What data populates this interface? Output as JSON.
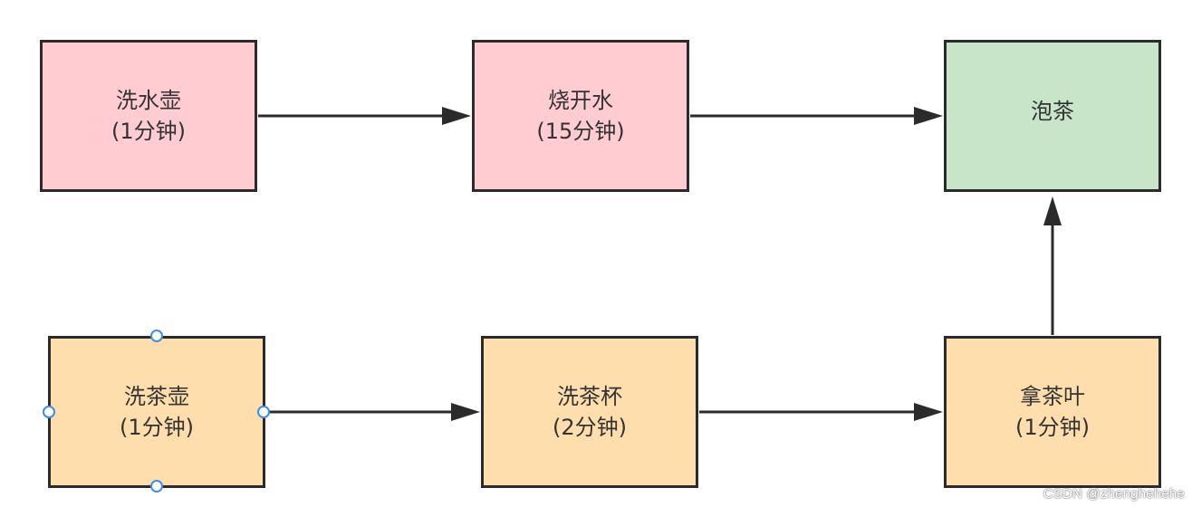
{
  "nodes": {
    "wash_kettle": {
      "line1": "洗水壶",
      "line2": "(1分钟)"
    },
    "boil_water": {
      "line1": "烧开水",
      "line2": "(15分钟)"
    },
    "brew_tea": {
      "line1": "泡茶"
    },
    "wash_teapot": {
      "line1": "洗茶壶",
      "line2": "(1分钟)"
    },
    "wash_cups": {
      "line1": "洗茶杯",
      "line2": "(2分钟)"
    },
    "get_tea_leaves": {
      "line1": "拿茶叶",
      "line2": "(1分钟)"
    }
  },
  "colors": {
    "pink_fill": "#ffccd1",
    "green_fill": "#c8e5c9",
    "orange_fill": "#ffdead",
    "stroke": "#2b2b2b",
    "selection_handle": "#3d8ee6"
  },
  "watermark": "CSDN @zhenghehehe"
}
